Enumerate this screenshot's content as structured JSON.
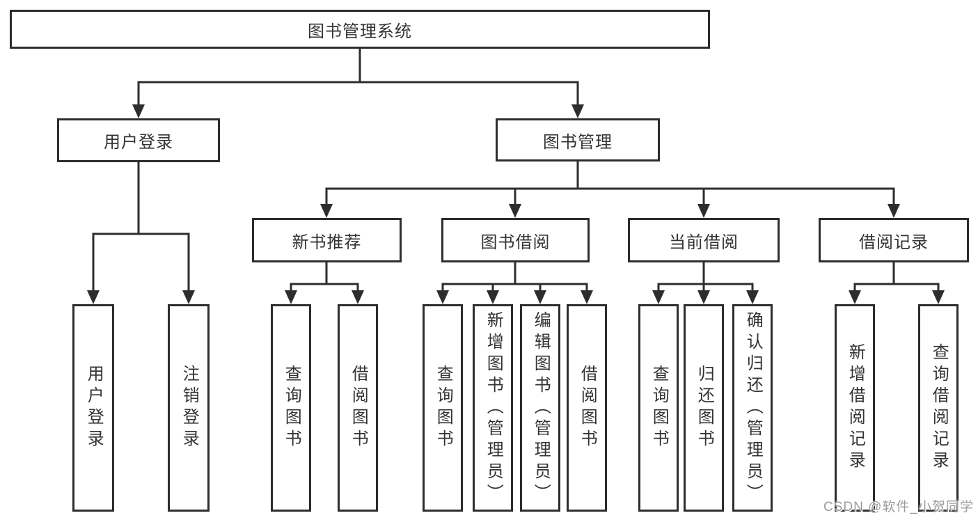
{
  "diagram": {
    "root": {
      "label": "图书管理系统"
    },
    "level2": {
      "user_login": {
        "label": "用户登录"
      },
      "book_management": {
        "label": "图书管理"
      }
    },
    "level3": {
      "new_book_recommend": {
        "label": "新书推荐"
      },
      "book_borrow": {
        "label": "图书借阅"
      },
      "current_borrow": {
        "label": "当前借阅"
      },
      "borrow_records": {
        "label": "借阅记录"
      }
    },
    "leaves": {
      "user_login": [
        "用户登录",
        "注销登录"
      ],
      "new_book_recommend": [
        "查询图书",
        "借阅图书"
      ],
      "book_borrow": [
        "查询图书",
        "新增图书（管理员）",
        "编辑图书（管理员）",
        "借阅图书"
      ],
      "current_borrow": [
        "查询图书",
        "归还图书",
        "确认归还（管理员）"
      ],
      "borrow_records": [
        "新增借阅记录",
        "查询借阅记录"
      ]
    }
  },
  "watermark": {
    "text": "CSDN @软件_小贺同学",
    "color": "#9c9c9c"
  },
  "colors": {
    "line": "#2d2d2d",
    "box_border": "#2d2d2d",
    "text": "#333333",
    "background": "#ffffff",
    "watermark": "#9c9c9c"
  }
}
